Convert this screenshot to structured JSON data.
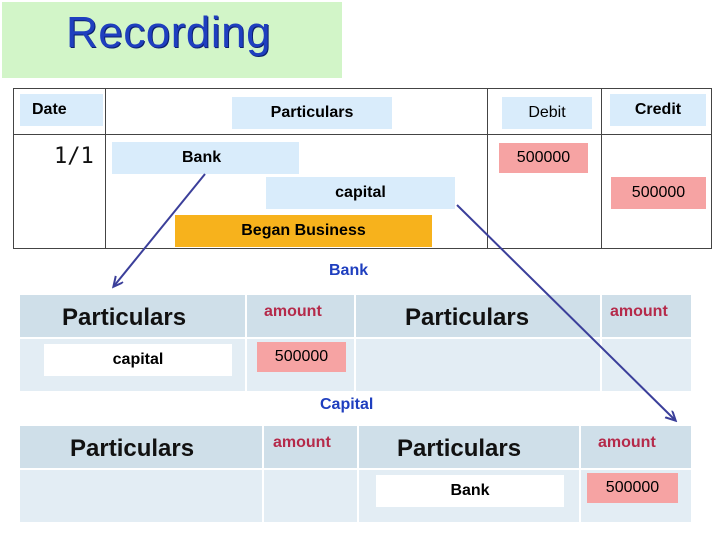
{
  "title": "Recording",
  "journal": {
    "headers": {
      "date": "Date",
      "particulars": "Particulars",
      "debit": "Debit",
      "credit": "Credit"
    },
    "date": "1/1",
    "debit_account": "Bank",
    "credit_account": "capital",
    "narration": "Began Business",
    "debit_amount": "500000",
    "credit_amount": "500000"
  },
  "ledgers": [
    {
      "name": "Bank",
      "headers": [
        "Particulars",
        "amount",
        "Particulars",
        "amount"
      ],
      "debit_particular": "capital",
      "debit_amount": "500000"
    },
    {
      "name": "Capital",
      "headers": [
        "Particulars",
        "amount",
        "Particulars",
        "amount"
      ],
      "credit_particular": "Bank",
      "credit_amount": "500000"
    }
  ],
  "colors": {
    "title_bg": "#d2f5c8",
    "title_text": "#1f3fbf",
    "chip_blue": "#d9ecfb",
    "chip_pink": "#f6a3a3",
    "chip_orange": "#f7b21c",
    "arrow": "#3b3f9a"
  }
}
